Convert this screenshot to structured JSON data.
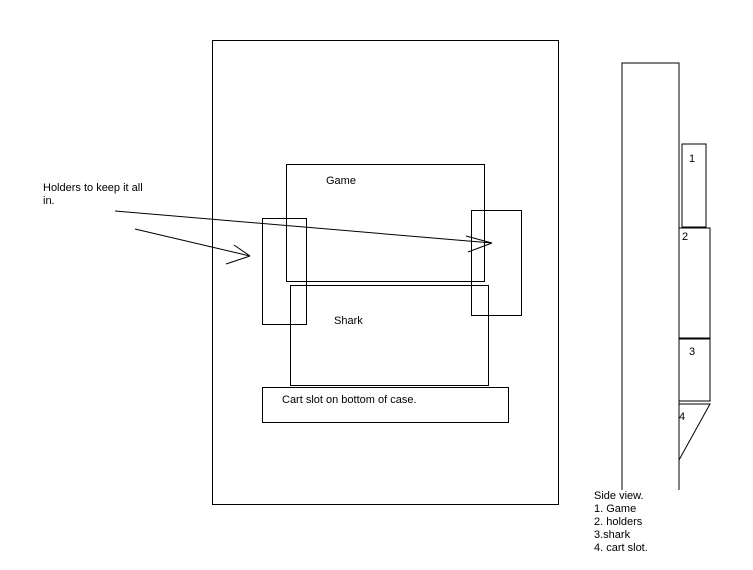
{
  "front_view": {
    "holders_note": [
      "Holders to keep it all",
      "in."
    ],
    "game_label": "Game",
    "shark_label": "Shark",
    "cart_slot_label": "Cart slot on bottom of case."
  },
  "side_view": {
    "part_numbers": [
      "1",
      "2",
      "3",
      "4"
    ],
    "legend": [
      "Side view.",
      "1. Game",
      "2. holders",
      "3.shark",
      "4. cart slot."
    ]
  }
}
